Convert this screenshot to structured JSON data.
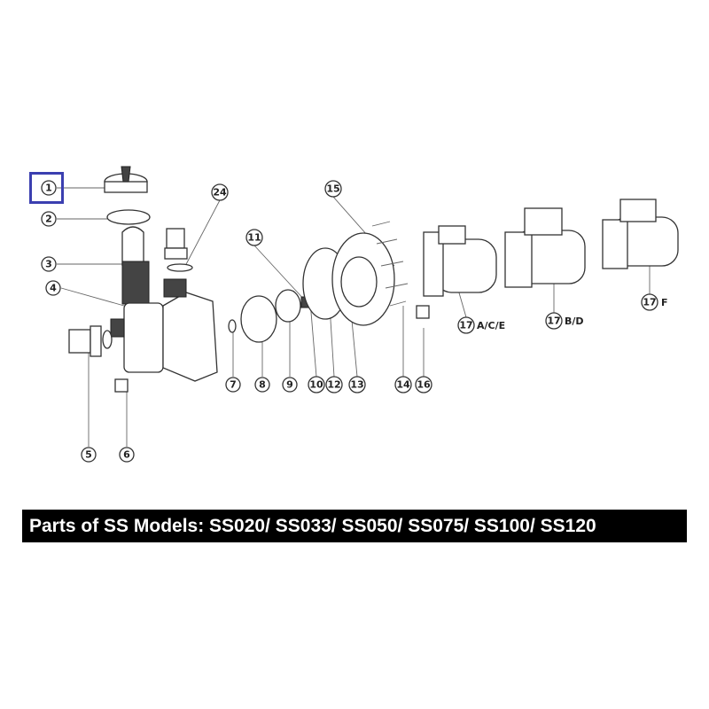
{
  "banner": "Parts of SS Models: SS020/ SS033/ SS050/ SS075/ SS100/ SS120",
  "highlight_color": "#3b3fb0",
  "callouts": [
    "1",
    "2",
    "3",
    "4",
    "5",
    "6",
    "24",
    "11",
    "15",
    "7",
    "8",
    "9",
    "10",
    "12",
    "13",
    "14",
    "16",
    "17",
    "17",
    "17"
  ],
  "motor_suffixes": [
    "A/C/E",
    "B/D",
    "F"
  ]
}
